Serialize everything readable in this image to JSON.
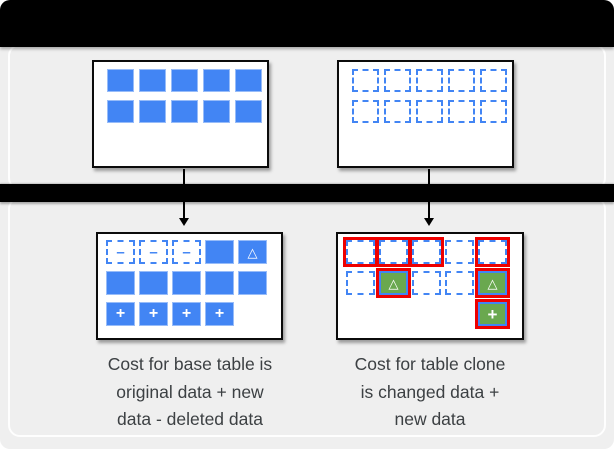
{
  "colors": {
    "background": "#efefef",
    "bar": "#000000",
    "blue": "#4285f4",
    "green": "#6aa84f",
    "red": "#ee0000",
    "box_border": "#0b0b0b",
    "caption_text": "#3c4043"
  },
  "cell_symbols": {
    "dashed-minus": "–",
    "solid-triangle": "△",
    "solid-plus": "+",
    "green-triangle-red": "△",
    "green-plus-red": "+"
  },
  "tables": {
    "top_left": {
      "cols": 5,
      "cells": [
        "solid",
        "solid",
        "solid",
        "solid",
        "solid",
        "solid",
        "solid",
        "solid",
        "solid",
        "solid"
      ]
    },
    "top_right": {
      "cols": 5,
      "cells": [
        "dashed",
        "dashed",
        "dashed",
        "dashed",
        "dashed",
        "dashed",
        "dashed",
        "dashed",
        "dashed",
        "dashed"
      ]
    },
    "bottom_left": {
      "cols": 5,
      "cells": [
        "dashed-minus",
        "dashed-minus",
        "dashed-minus",
        "solid",
        "solid-triangle",
        "solid",
        "solid",
        "solid",
        "solid",
        "solid",
        "solid-plus",
        "solid-plus",
        "solid-plus",
        "solid-plus",
        "empty"
      ]
    },
    "bottom_right": {
      "cols": 5,
      "cells": [
        "dashed-red",
        "dashed-red",
        "dashed-red",
        "dashed",
        "dashed-red",
        "dashed",
        "green-triangle-red",
        "dashed",
        "dashed",
        "green-triangle-red",
        "empty",
        "empty",
        "empty",
        "empty",
        "green-plus-red"
      ]
    }
  },
  "captions": {
    "left": "Cost for base table is\noriginal data + new\ndata - deleted data",
    "right": "Cost for table clone\nis changed data +\nnew data"
  }
}
